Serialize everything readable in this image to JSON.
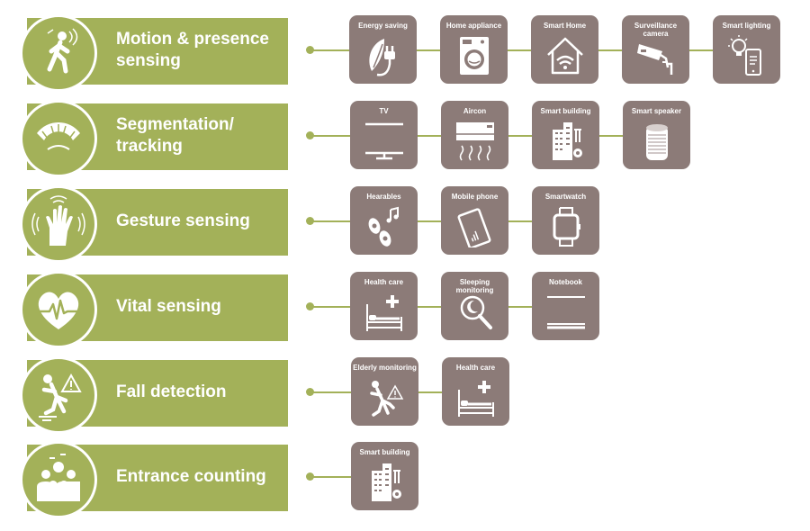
{
  "rows": [
    {
      "label": "Motion & presence sensing",
      "icon": "walking-person-icon",
      "cards": [
        {
          "title": "Energy saving",
          "icon": "leaf-plug-icon"
        },
        {
          "title": "Home appliance",
          "icon": "washing-machine-icon"
        },
        {
          "title": "Smart Home",
          "icon": "house-wifi-icon"
        },
        {
          "title": "Surveillance camera",
          "icon": "security-camera-icon"
        },
        {
          "title": "Smart lighting",
          "icon": "bulb-phone-icon"
        }
      ]
    },
    {
      "label": "Segmentation/ tracking",
      "icon": "radar-segments-icon",
      "cards": [
        {
          "title": "TV",
          "icon": "tv-icon"
        },
        {
          "title": "Aircon",
          "icon": "air-conditioner-icon"
        },
        {
          "title": "Smart building",
          "icon": "building-gear-icon"
        },
        {
          "title": "Smart speaker",
          "icon": "speaker-icon"
        }
      ]
    },
    {
      "label": "Gesture sensing",
      "icon": "hand-wave-icon",
      "cards": [
        {
          "title": "Hearables",
          "icon": "earbuds-music-icon"
        },
        {
          "title": "Mobile phone",
          "icon": "mobile-phone-icon"
        },
        {
          "title": "Smartwatch",
          "icon": "smartwatch-icon"
        }
      ]
    },
    {
      "label": "Vital sensing",
      "icon": "heart-pulse-icon",
      "cards": [
        {
          "title": "Health care",
          "icon": "hospital-bed-icon"
        },
        {
          "title": "Sleeping monitoring",
          "icon": "sleep-search-icon"
        },
        {
          "title": "Notebook",
          "icon": "laptop-icon"
        }
      ]
    },
    {
      "label": "Fall detection",
      "icon": "falling-person-icon",
      "cards": [
        {
          "title": "Elderly monitoring",
          "icon": "elderly-fall-icon"
        },
        {
          "title": "Health care",
          "icon": "hospital-bed-icon"
        }
      ]
    },
    {
      "label": "Entrance counting",
      "icon": "people-group-icon",
      "cards": [
        {
          "title": "Smart building",
          "icon": "building-gear-icon"
        }
      ]
    }
  ],
  "colors": {
    "banner": "#a3b159",
    "card": "#8c7b78",
    "text": "#ffffff"
  }
}
